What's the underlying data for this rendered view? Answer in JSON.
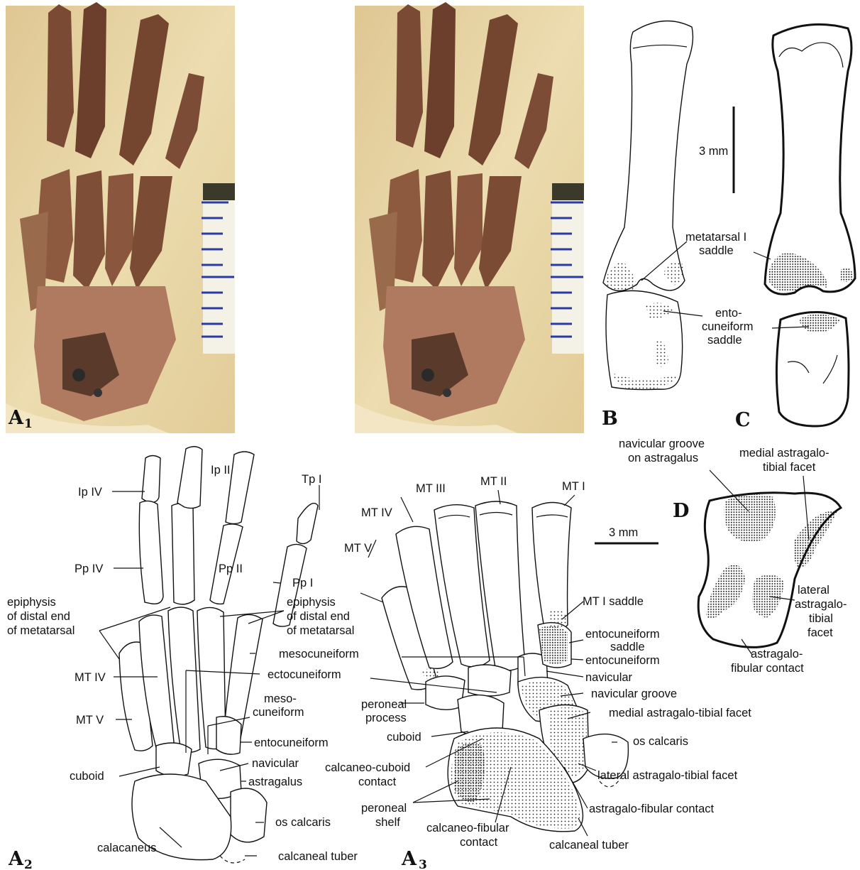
{
  "panels": {
    "a1": "A",
    "a1_sub": "1",
    "a2": "A",
    "a2_sub": "2",
    "a3": "A",
    "a3_sub": "3",
    "b": "B",
    "c": "C",
    "d": "D"
  },
  "scale_bars": {
    "bc": "3 mm",
    "a3": "3 mm"
  },
  "labels_b": {
    "metatarsal_saddle": [
      "metatarsal I",
      "saddle"
    ],
    "entocuneiform_saddle": [
      "ento-",
      "cuneiform",
      "saddle"
    ]
  },
  "labels_d": {
    "navicular_groove": [
      "navicular groove",
      "on astragalus"
    ],
    "medial_facet": [
      "medial astragalo-",
      "tibial facet"
    ],
    "lateral_facet": [
      "lateral",
      "astragalo-",
      "tibial",
      "facet"
    ],
    "fibular_contact": [
      "astragalo-",
      "fibular contact"
    ]
  },
  "labels_a2": {
    "ip_iv": "Ip IV",
    "ip_ii": "Ip II",
    "tp_i": "Tp I",
    "pp_iv": "Pp IV",
    "pp_ii": "Pp II",
    "pp_i": "Pp I",
    "epiphysis_left": [
      "epiphysis",
      "of distal end",
      "of metatarsal"
    ],
    "epiphysis_right": [
      "epiphysis",
      "of distal end",
      "of metatarsal"
    ],
    "mesocuneiform": "mesocuneiform",
    "ectocuneiform": "ectocuneiform",
    "meso_cuneiform": [
      "meso-",
      "cuneiform"
    ],
    "mt_iv": "MT IV",
    "mt_v": "MT V",
    "entocuneiform": "entocuneiform",
    "navicular": "navicular",
    "cuboid": "cuboid",
    "astragalus": "astragalus",
    "os_calcaris": "os calcaris",
    "calacaneus": "calacaneus",
    "calcaneal_tuber": "calcaneal tuber"
  },
  "labels_a3": {
    "mt_iii": "MT III",
    "mt_ii": "MT II",
    "mt_i": "MT I",
    "mt_iv": "MT IV",
    "mt_v": "MT V",
    "mt_i_saddle": "MT I saddle",
    "entocuneiform_saddle": [
      "entocuneiform",
      "saddle"
    ],
    "entocuneiform": "entocuneiform",
    "navicular": "navicular",
    "navicular_groove": "navicular groove",
    "medial_facet": "medial astragalo-tibial facet",
    "os_calcaris": "os calcaris",
    "lateral_facet": "lateral astragalo-tibial facet",
    "fibular_contact": "astragalo-fibular contact",
    "calcaneal_tuber": "calcaneal tuber",
    "peroneal_process": [
      "peroneal",
      "process"
    ],
    "cuboid": "cuboid",
    "calcaneo_cuboid": [
      "calcaneo-cuboid",
      "contact"
    ],
    "peroneal_shelf": [
      "peroneal",
      "shelf"
    ],
    "calcaneo_fibular": [
      "calcaneo-fibular",
      "contact"
    ]
  },
  "colors": {
    "matrix": "#e9d7a9",
    "bone_dark": "#6b3f2c",
    "bone_mid": "#8d5a40",
    "ruler_tick": "#2b3aa0"
  }
}
